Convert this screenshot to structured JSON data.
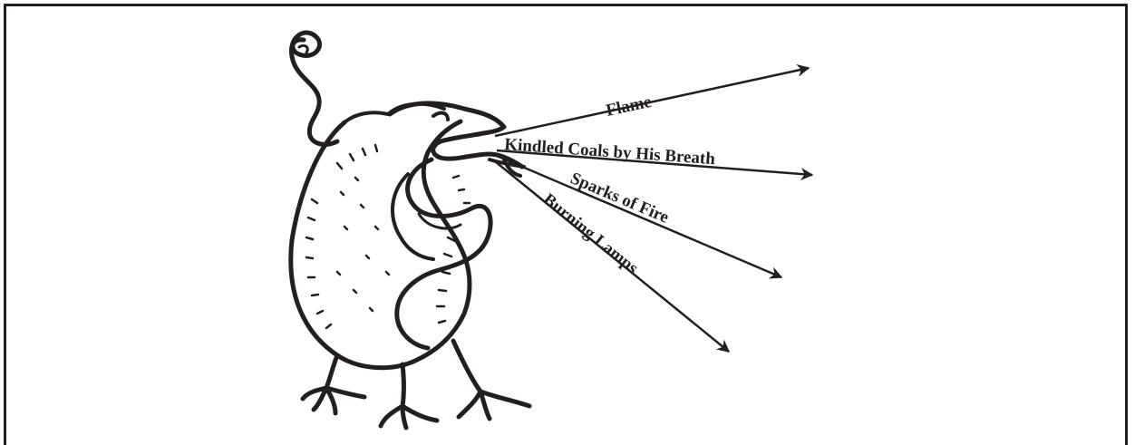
{
  "labels": {
    "flame": "Flame",
    "coals": "Kindled Coals by His Breath",
    "sparks": "Sparks of Fire",
    "lamps": "Burning Lamps"
  },
  "colors": {
    "ink": "#231f20",
    "paper": "#ffffff"
  },
  "icons": {
    "figure": "dragon-illustration",
    "pointer": "arrow"
  }
}
